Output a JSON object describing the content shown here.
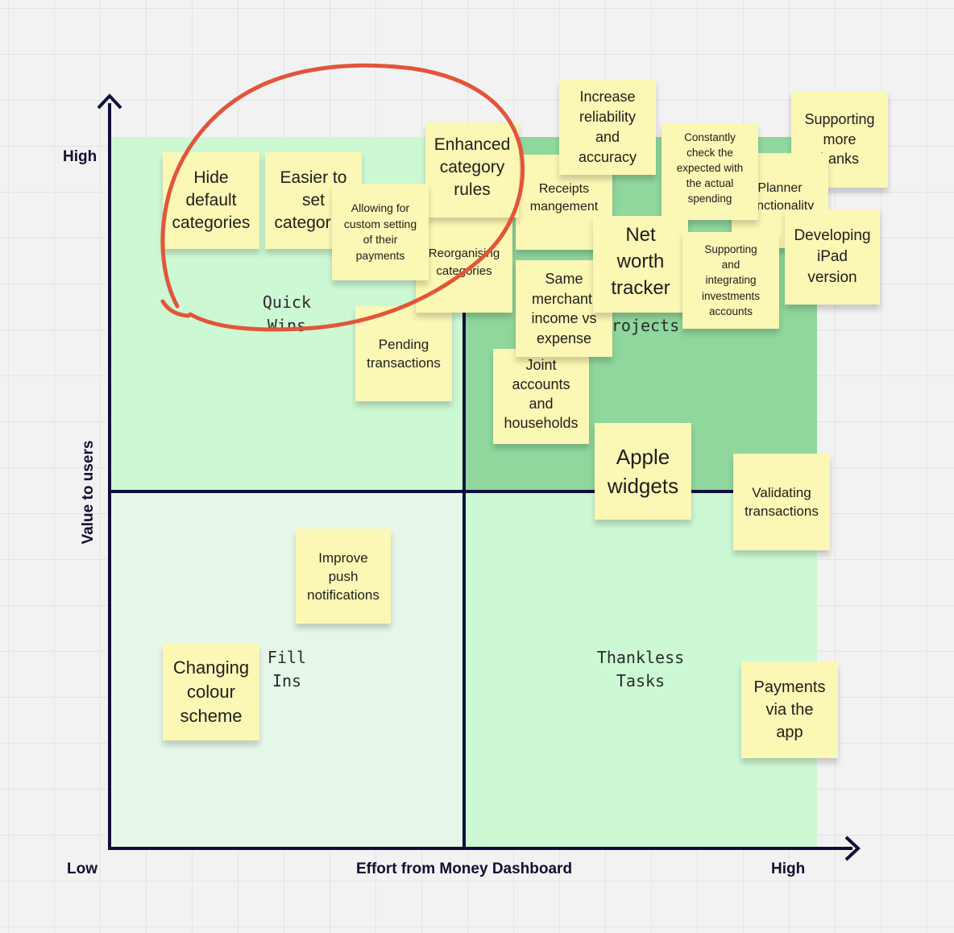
{
  "axes": {
    "y_label": "Value to users",
    "y_high": "High",
    "x_label": "Effort from Money Dashboard",
    "x_low": "Low",
    "x_high": "High"
  },
  "quadrants": {
    "quick_wins": "Quick\nWins",
    "major_projects": "Major\nProjects",
    "fill_ins": "Fill\nIns",
    "thankless_tasks": "Thankless\nTasks"
  },
  "notes": {
    "validating": "Validating\ntransactions",
    "improve_push": "Improve\npush\nnotifications",
    "colour_scheme": "Changing\ncolour\nscheme",
    "payments": "Payments\nvia the\napp",
    "apple_widgets": "Apple\nwidgets",
    "joint_accounts": "Joint\naccounts\nand\nhouseholds",
    "pending": "Pending\ntransactions",
    "reorganising": "Reorganising\ncategories",
    "same_merchant": "Same\nmerchant,\nincome vs\nexpense",
    "receipts": "Receipts\nmangement",
    "enhanced": "Enhanced\ncategory\nrules",
    "hide_default": "Hide\ndefault\ncategories",
    "easier_set": "Easier to\nset\ncategories",
    "allowing_custom": "Allowing for\ncustom setting\nof their\npayments",
    "increase_reliability": "Increase\nreliability\nand\naccuracy",
    "supporting_banks": "Supporting\nmore\nbanks",
    "planner": "Planner\nfunctionality",
    "developing_ipad": "Developing\niPad\nversion",
    "constantly_check": "Constantly\ncheck the\nexpected with\nthe actual\nspending",
    "investments": "Supporting\nand\nintegrating\ninvestments\naccounts",
    "net_worth": "Net\nworth\ntracker"
  },
  "colors": {
    "quick_wins_bg": "#ccf8d4",
    "major_projects_bg": "#8fd79d",
    "fill_ins_bg": "#e6f7e9",
    "thankless_bg": "#ccf8d4",
    "sticky_note": "#fbf7b4",
    "axis": "#0f0f3a",
    "highlight_circle": "#e2553a"
  }
}
